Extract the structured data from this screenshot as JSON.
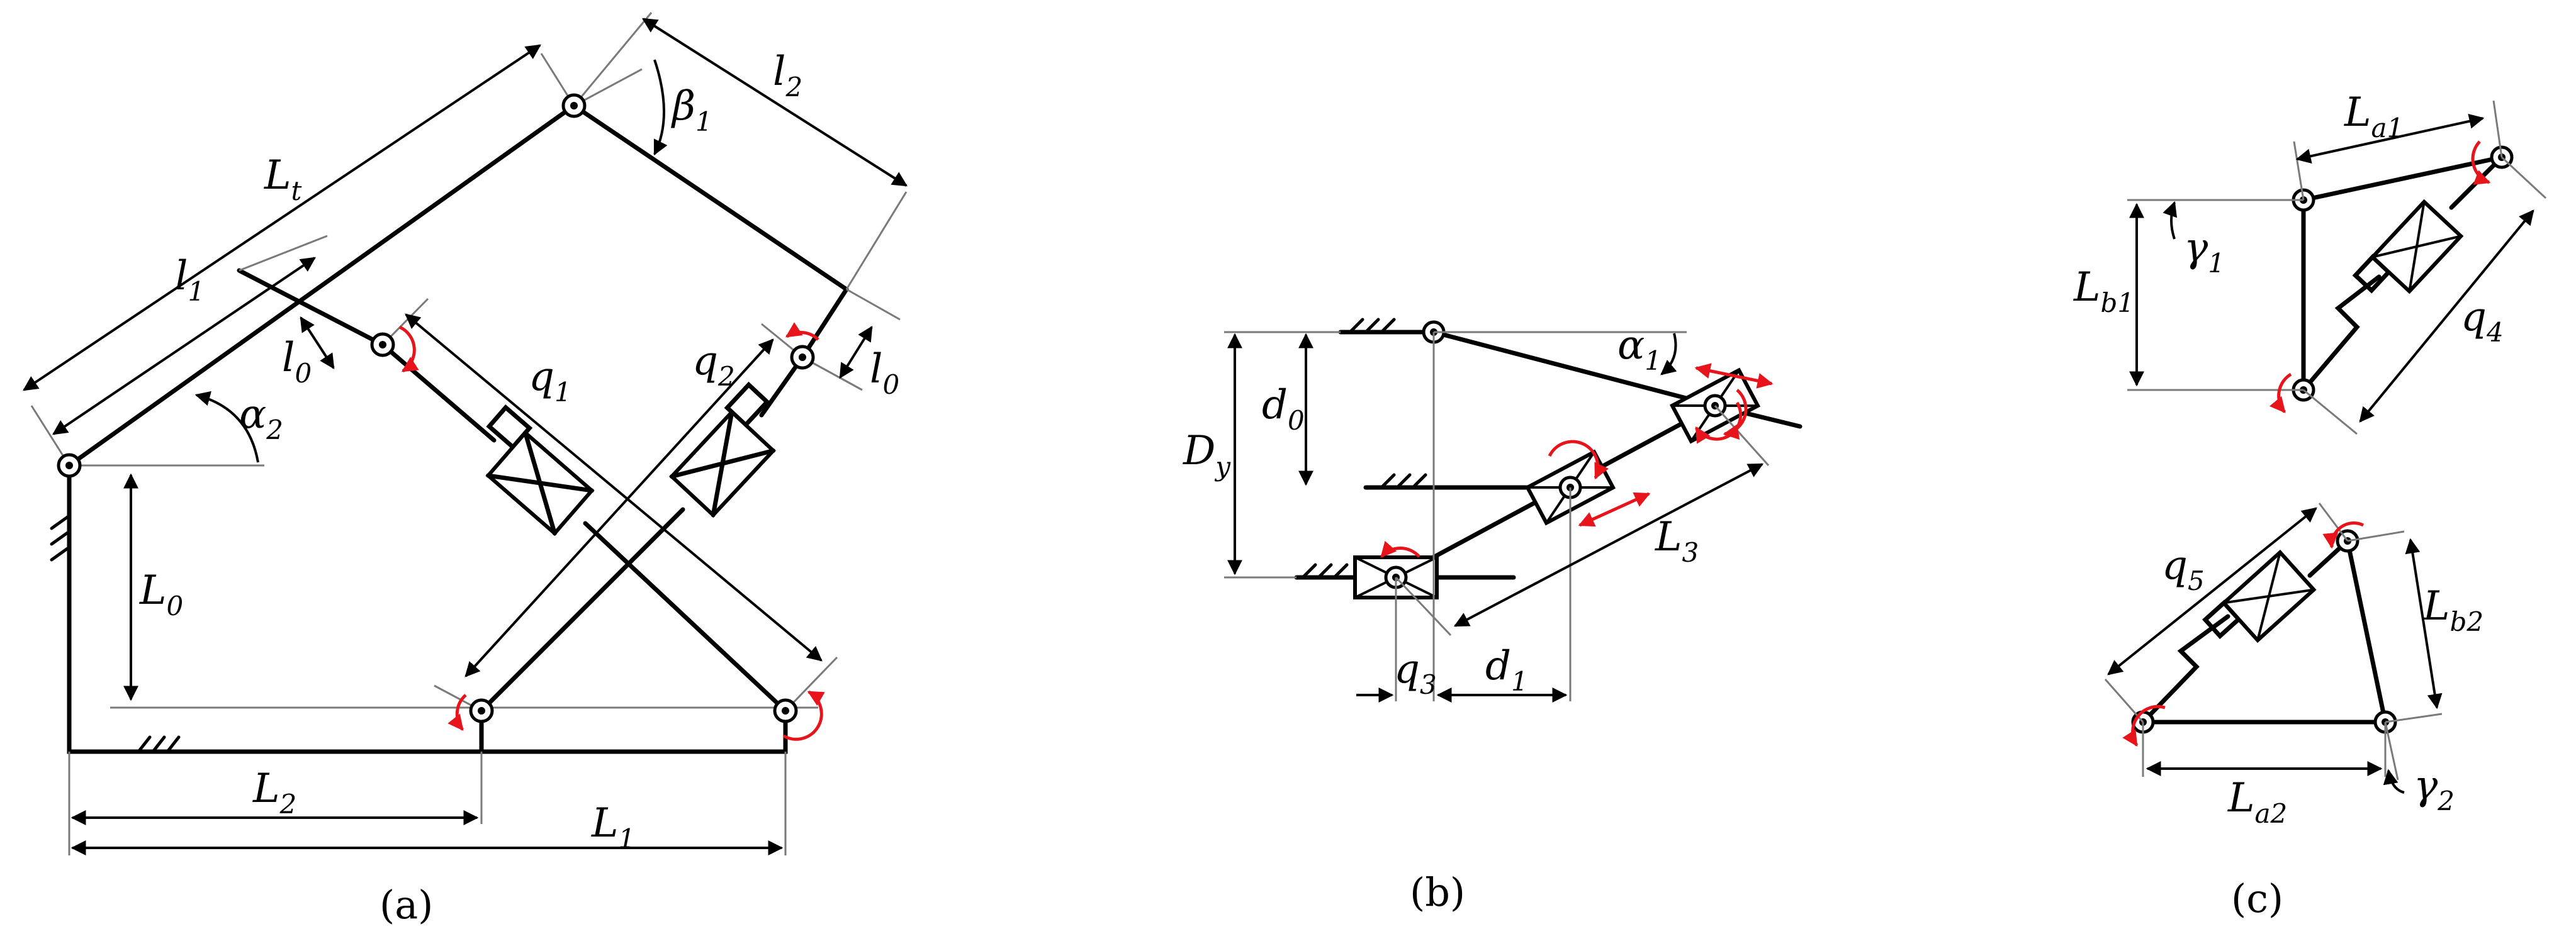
{
  "panels": {
    "a": {
      "caption": "(a)",
      "labels": {
        "Lt": {
          "main": "L",
          "sub": "t"
        },
        "l1": {
          "main": "l",
          "sub": "1"
        },
        "l2": {
          "main": "l",
          "sub": "2"
        },
        "beta1": {
          "main": "β",
          "sub": "1"
        },
        "alpha2": {
          "main": "α",
          "sub": "2"
        },
        "l0_left": {
          "main": "l",
          "sub": "0"
        },
        "l0_right": {
          "main": "l",
          "sub": "0"
        },
        "q1": {
          "main": "q",
          "sub": "1"
        },
        "q2": {
          "main": "q",
          "sub": "2"
        },
        "L0": {
          "main": "L",
          "sub": "0"
        },
        "L2": {
          "main": "L",
          "sub": "2"
        },
        "L1": {
          "main": "L",
          "sub": "1"
        }
      }
    },
    "b": {
      "caption": "(b)",
      "labels": {
        "Dy": {
          "main": "D",
          "sub": "y"
        },
        "d0": {
          "main": "d",
          "sub": "0"
        },
        "alpha1": {
          "main": "α",
          "sub": "1"
        },
        "L3": {
          "main": "L",
          "sub": "3"
        },
        "q3": {
          "main": "q",
          "sub": "3"
        },
        "d1": {
          "main": "d",
          "sub": "1"
        }
      }
    },
    "c": {
      "caption": "(c)",
      "labels": {
        "La1": {
          "main": "L",
          "sub": "a1"
        },
        "Lb1": {
          "main": "L",
          "sub": "b1"
        },
        "gamma1": {
          "main": "γ",
          "sub": "1"
        },
        "q4": {
          "main": "q",
          "sub": "4"
        },
        "q5": {
          "main": "q",
          "sub": "5"
        },
        "Lb2": {
          "main": "L",
          "sub": "b2"
        },
        "La2": {
          "main": "L",
          "sub": "a2"
        },
        "gamma2": {
          "main": "γ",
          "sub": "2"
        }
      }
    }
  },
  "colors": {
    "links": "#000000",
    "guides": "#7a7a7a",
    "rotation_arrows": "#e8141c",
    "background": "#ffffff"
  }
}
